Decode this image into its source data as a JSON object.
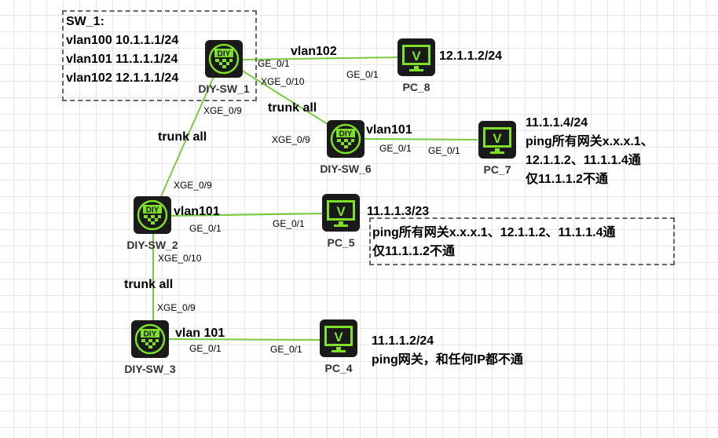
{
  "sw1_note": [
    "SW_1:",
    "vlan100 10.1.1.1/24",
    "vlan101 11.1.1.1/24",
    "vlan102 12.1.1.1/24"
  ],
  "devices": {
    "sw1": "DIY-SW_1",
    "sw2": "DIY-SW_2",
    "sw3": "DIY-SW_3",
    "sw6": "DIY-SW_6",
    "pc4": "PC_4",
    "pc5": "PC_5",
    "pc7": "PC_7",
    "pc8": "PC_8"
  },
  "switch_icon_text": "DIY",
  "pc_icon_text": "V",
  "links": {
    "vlan102": "vlan102",
    "trunk1": "trunk all",
    "trunk2": "trunk all",
    "trunk3": "trunk all",
    "vlan101a": "vlan101",
    "vlan101b": "vlan101",
    "vlan101c": "vlan 101"
  },
  "ports": {
    "sw1_ge": "GE_0/1",
    "pc8_ge": "GE_0/1",
    "sw1_xge10": "XGE_0/10",
    "sw1_xge9": "XGE_0/9",
    "sw6_xge9": "XGE_0/9",
    "sw6_ge": "GE_0/1",
    "pc7_ge": "GE_0/1",
    "sw2_xge9": "XGE_0/9",
    "sw2_ge": "GE_0/1",
    "pc5_ge": "GE_0/1",
    "sw2_xge10": "XGE_0/10",
    "sw3_xge9": "XGE_0/9",
    "sw3_ge": "GE_0/1",
    "pc4_ge": "GE_0/1"
  },
  "notes": {
    "pc8": [
      "12.1.1.2/24"
    ],
    "pc7": [
      "11.1.1.4/24",
      "ping所有网关x.x.x.1、",
      "12.1.1.2、11.1.1.4通",
      "仅11.1.1.2不通"
    ],
    "pc5": [
      "11.1.1.3/23"
    ],
    "pc5_box": [
      "ping所有网关x.x.x.1、12.1.1.2、11.1.1.4通",
      "仅11.1.1.2不通"
    ],
    "pc4": [
      "11.1.1.2/24",
      "ping网关，和任何IP都不通"
    ]
  },
  "colors": {
    "link": "#7ac943",
    "icon_green": "#7fe02a",
    "icon_bg": "#1a1a1a"
  }
}
